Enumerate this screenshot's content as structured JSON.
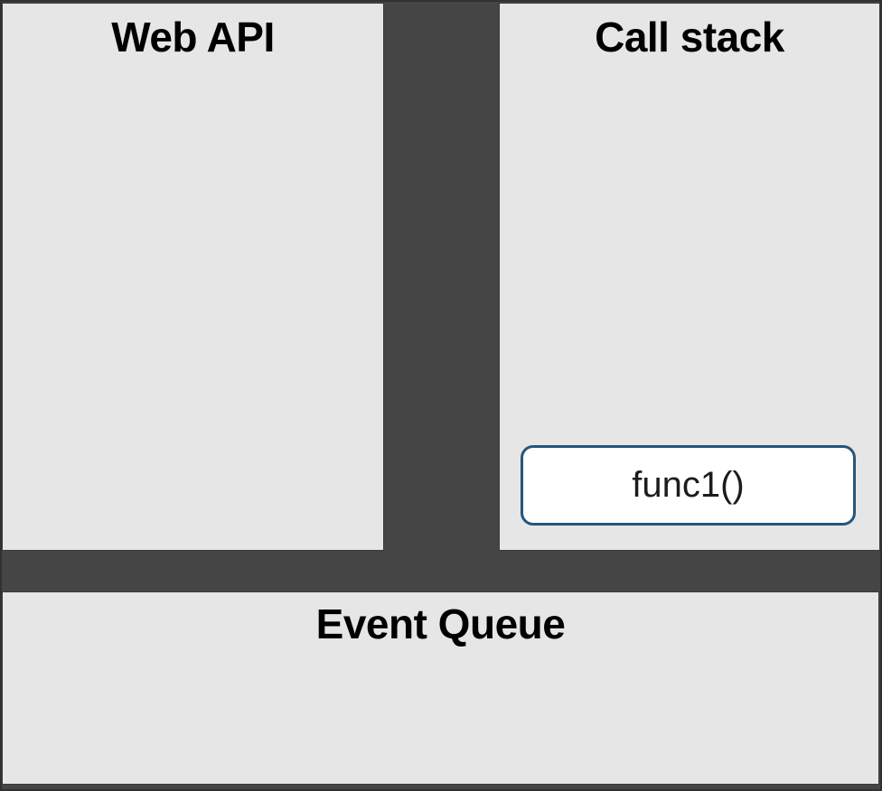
{
  "diagram": {
    "description": "JavaScript event loop diagram",
    "panels": {
      "web_api": {
        "title": "Web API",
        "items": []
      },
      "call_stack": {
        "title": "Call stack",
        "items": [
          {
            "label": "func1()"
          }
        ]
      },
      "event_queue": {
        "title": "Event Queue",
        "items": []
      }
    }
  },
  "colors": {
    "background": "#454545",
    "frame_border": "#313131",
    "panel_bg": "#e6e6e6",
    "panel_border": "#3a3a3a",
    "title_text": "#000000",
    "stack_item_bg": "#ffffff",
    "stack_item_border": "#25567d",
    "stack_item_text": "#1c1c1c"
  }
}
